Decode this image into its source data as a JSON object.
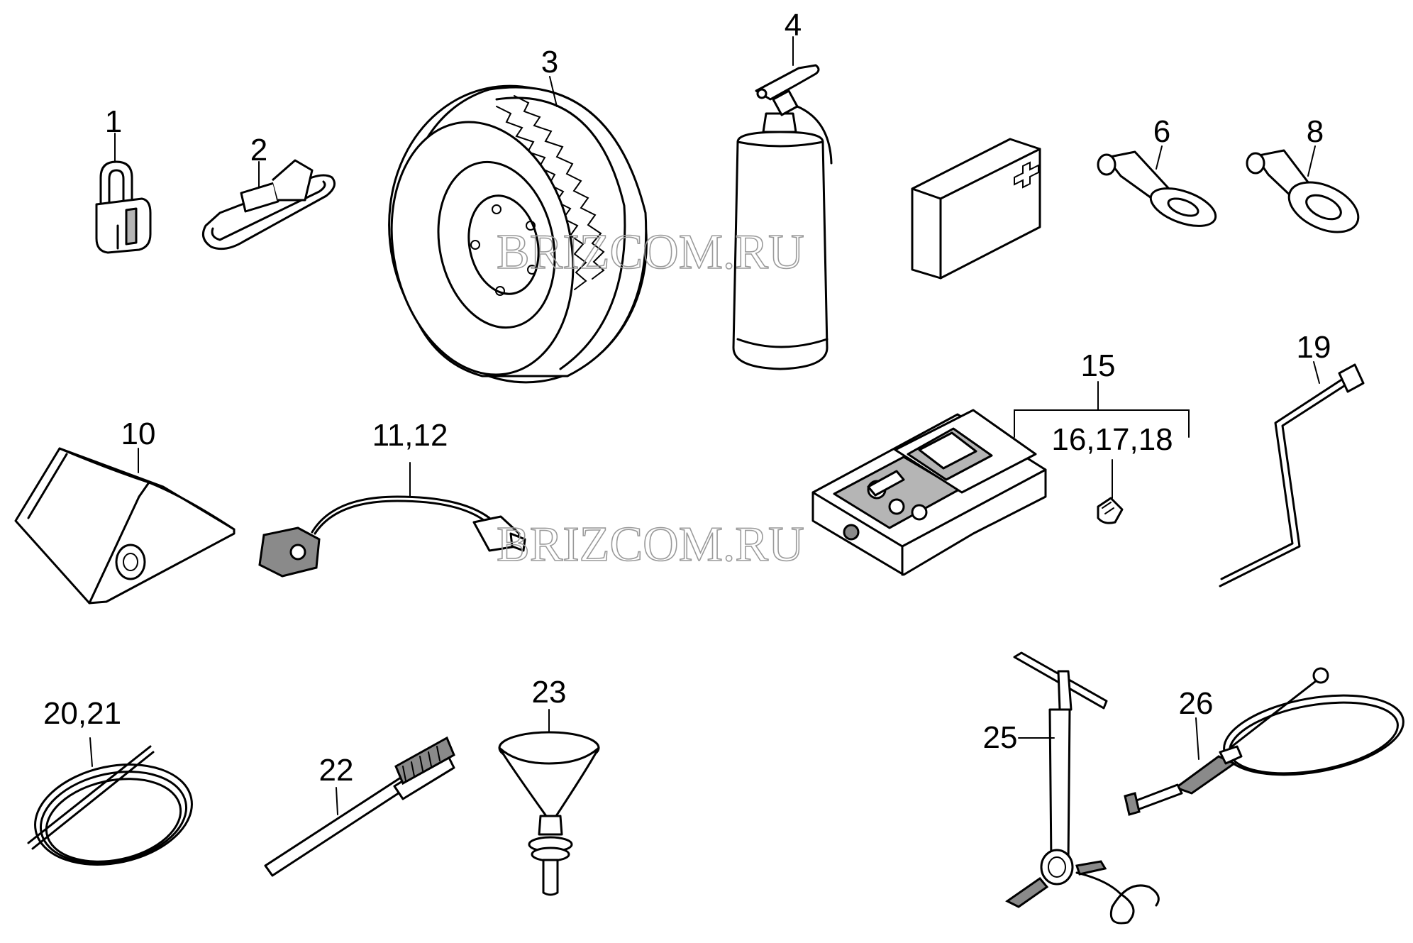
{
  "labels": {
    "p1": "1",
    "p2": "2",
    "p3": "3",
    "p4": "4",
    "p6": "6",
    "p8": "8",
    "p10": "10",
    "p11_12": "11,12",
    "p15": "15",
    "p16_17_18": "16,17,18",
    "p19": "19",
    "p20_21": "20,21",
    "p22": "22",
    "p23": "23",
    "p25": "25",
    "p26": "26"
  },
  "watermark": {
    "top": "BRIZCOM.RU",
    "middle": "BRIZCOM.RU"
  }
}
